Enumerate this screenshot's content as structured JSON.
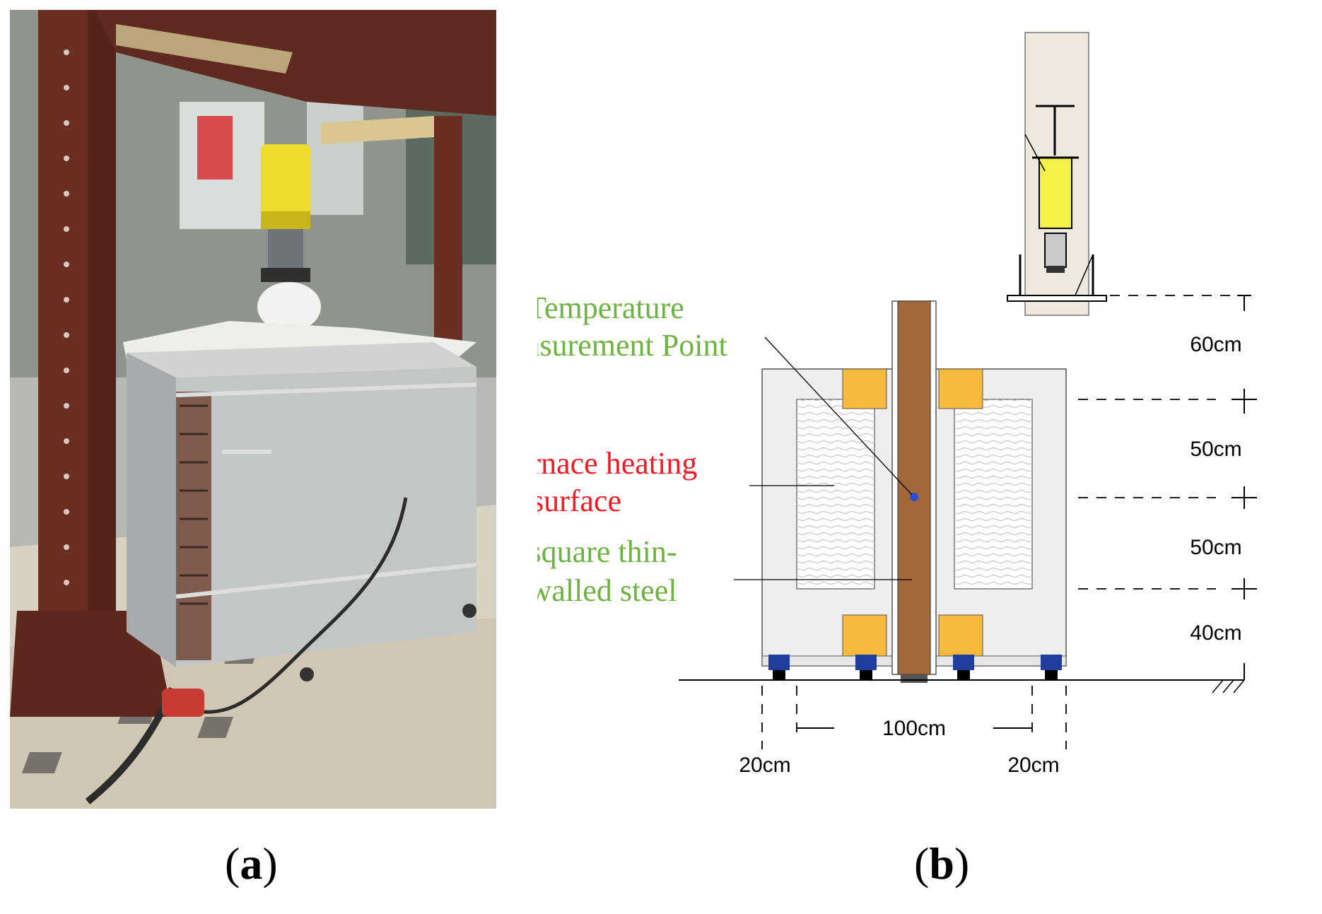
{
  "panels": {
    "a": {
      "label": "a"
    },
    "b": {
      "label": "b"
    }
  },
  "diagram": {
    "labels": {
      "temperature_point": [
        "Temperature",
        "Measurement Point"
      ],
      "furnace_surface": [
        "furnace heating",
        "surface"
      ],
      "steel": [
        "square thin-",
        "walled steel"
      ]
    },
    "dimensions": {
      "d60": "60cm",
      "d50a": "50cm",
      "d50b": "50cm",
      "d40": "40cm",
      "width_main": "100cm",
      "side_left": "20cm",
      "side_right": "20cm"
    },
    "colors": {
      "label_green": "#6db33f",
      "label_red": "#ee1c25",
      "steel_brown": "#a3683a",
      "insulation_orange": "#f6b93b",
      "jack_yellow": "#f4f24a",
      "furnace_gray": "#eeeeee",
      "wheel_blue": "#1f3f9f"
    }
  }
}
